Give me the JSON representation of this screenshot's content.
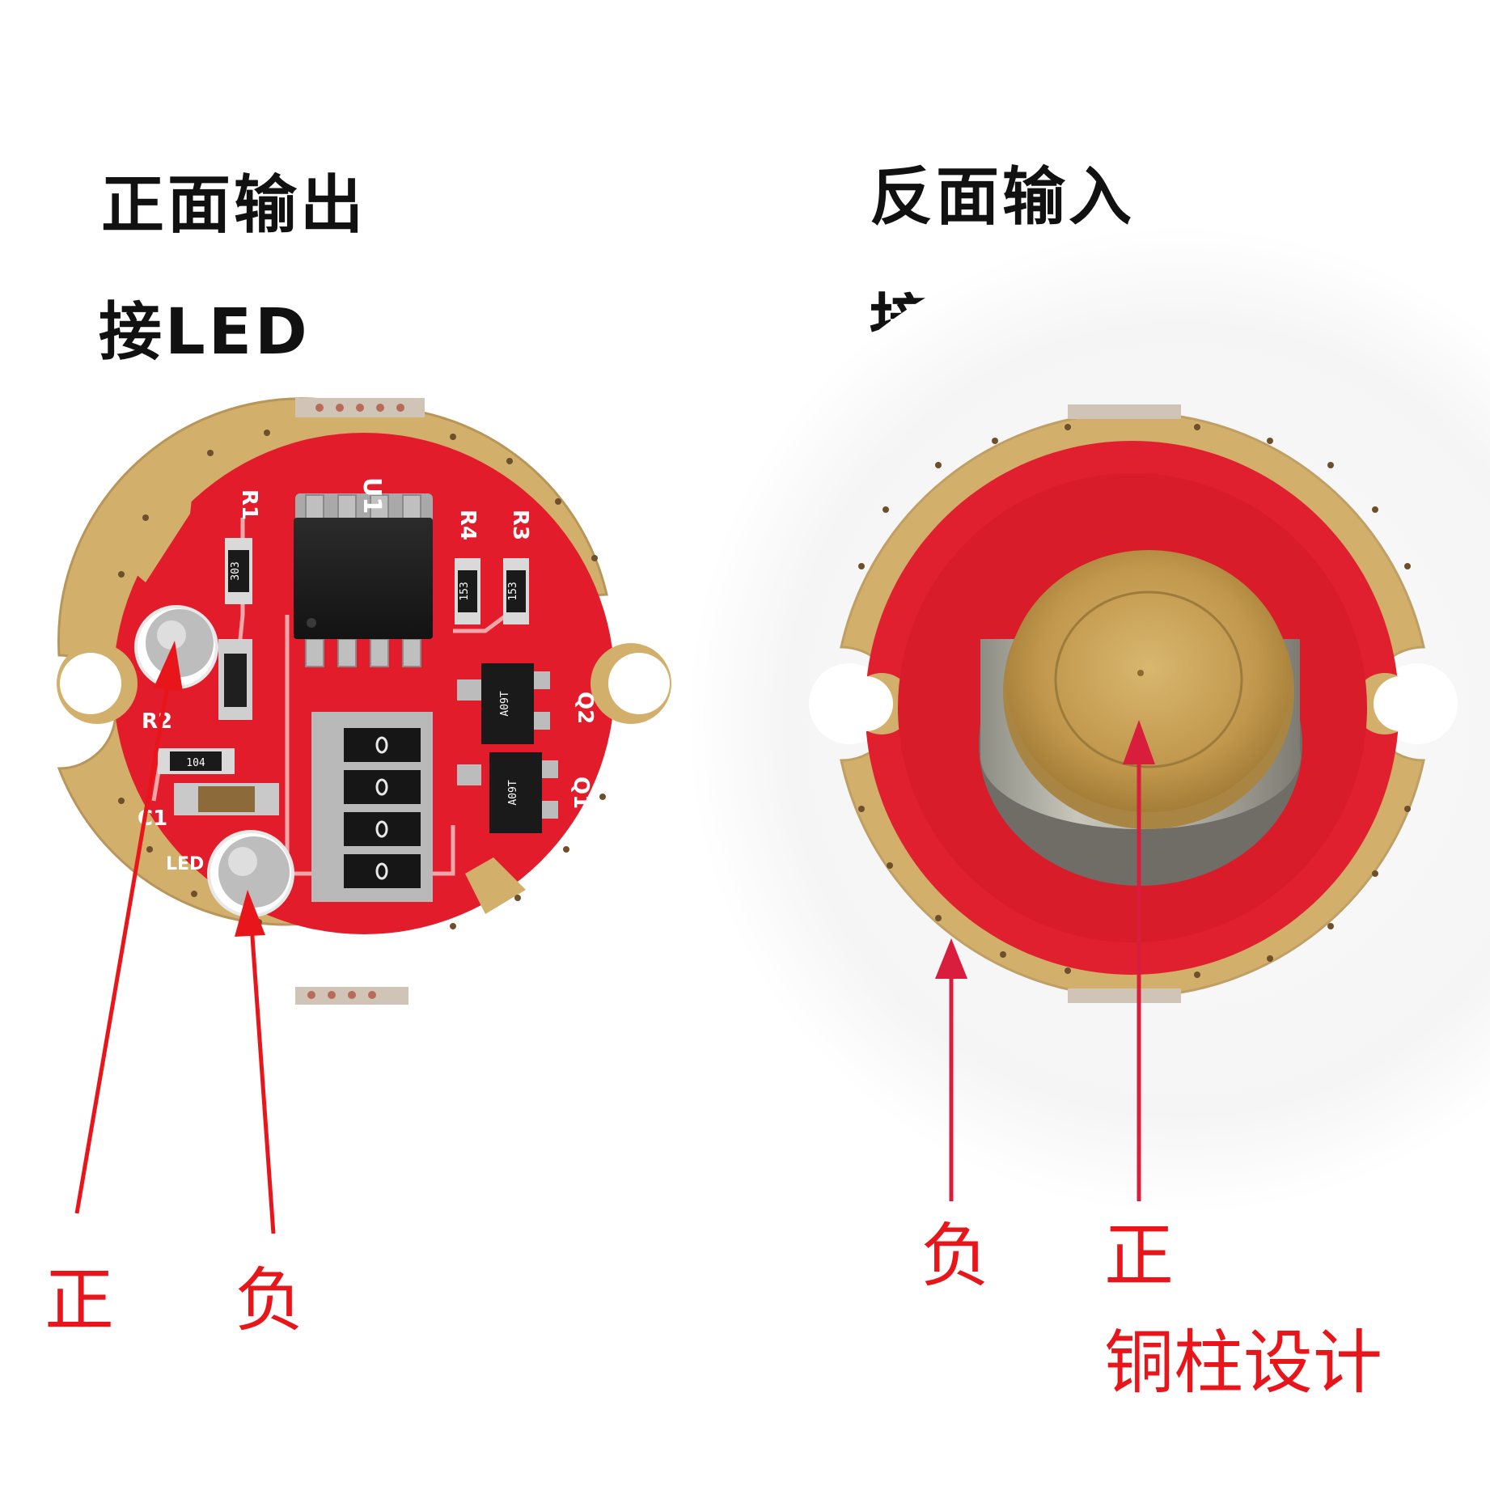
{
  "front": {
    "title": "正面输出",
    "subtitle": "接LED",
    "board": {
      "silkscreen": [
        "U1",
        "R1",
        "R4",
        "R3",
        "Q2",
        "Q1",
        "R2",
        "C1",
        "LED"
      ],
      "resistor_markings": [
        "303",
        "153",
        "153",
        "104"
      ],
      "transistor_markings": [
        "A09T",
        "A09T"
      ]
    },
    "labels": {
      "positive": "正",
      "negative": "负"
    }
  },
  "back": {
    "title": "反面输入",
    "subtitle": "接电池",
    "labels": {
      "negative": "负",
      "positive": "正",
      "note": "铜柱设计"
    }
  },
  "colors": {
    "pcb_red": "#e21c2a",
    "gold_ring": "#d2b06c",
    "brass": "#c49a4f",
    "arrow": "#e8161b",
    "arrow_back": "#d81e3c"
  }
}
